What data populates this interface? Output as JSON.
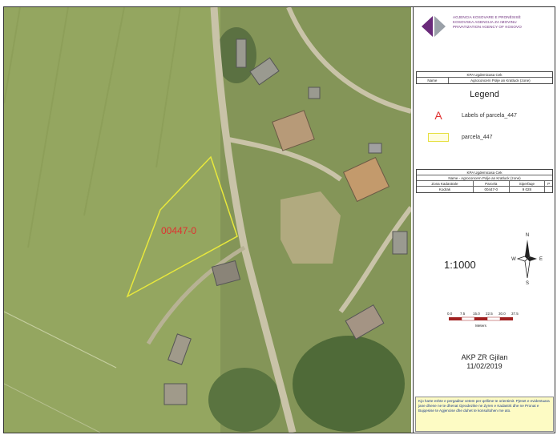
{
  "map": {
    "parcel_label": "00447-0",
    "colors": {
      "field": "#8fa05a",
      "parcel_outline": "#e8e83c",
      "parcel_label": "#e03030",
      "road": "#c8c2a8"
    }
  },
  "panel": {
    "logo_lines": [
      "AGJENCIA KOSOVARE E PRONËSISË",
      "KOSOVSKA AGENCIJA ZA IMOVINU",
      "PRIVATIZATION AGENCY OF KOSOVO"
    ],
    "header_table": {
      "row1": "KPA Ugdemicasa Cek",
      "row2_cols": [
        "Name",
        "Agroconcern Polje an Kratluck (zone)"
      ]
    },
    "legend": {
      "title": "Legend",
      "items": [
        {
          "symbol": "A",
          "label": "Labels of parcela_447"
        },
        {
          "symbol": "yellow-outline-swatch",
          "label": "parcela_447"
        }
      ]
    },
    "parcel_table": {
      "row1": "KPA Ugdemicasa Cek",
      "row2": "Name - Agroconcern Polje an Kratluck (zone)",
      "headers": [
        "Zona Kadastrale",
        "Parcela",
        "Siperfaqe",
        "P"
      ],
      "values": [
        "Kodrak",
        "00447-0",
        "9 028",
        ""
      ]
    },
    "scale": "1:1000",
    "compass": {
      "n": "N",
      "s": "S",
      "e": "E",
      "w": "W"
    },
    "scalebar": {
      "ticks": [
        "0.0",
        "7.5",
        "15.0",
        "22.5",
        "30.0",
        "37.5"
      ],
      "unit": "Meters"
    },
    "author": {
      "line1": "AKP ZR Gjilan",
      "line2": "11/02/2019"
    },
    "note": "Kjo harte eshte e pergaditur vetem per qellime te orientimit. Pjeset e evidentuara jane dhene ne te dhenat Gjeodezike ne Zyren e Kadastrit dhe ne Pronat e Bujqesise te Agjencise dhe duhet te konsultohen me ato."
  }
}
